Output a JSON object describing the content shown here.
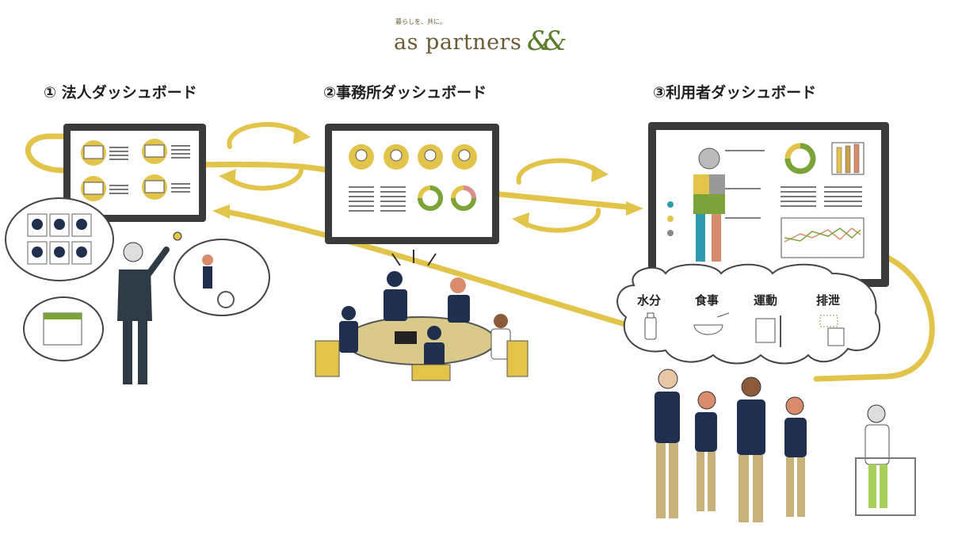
{
  "brand": {
    "tagline": "暮らしを、共に。",
    "name": "as partners",
    "mark": "&&"
  },
  "sections": [
    {
      "label": "① 法人ダッシュボード"
    },
    {
      "label": "②事務所ダッシュボード"
    },
    {
      "label": "③利用者ダッシュボード"
    }
  ],
  "care_topics": [
    "水分",
    "食事",
    "運動",
    "排泄"
  ],
  "colors": {
    "accent_yellow": "#e2c44a",
    "screen_frame": "#3b3b3b",
    "staff_navy": "#1f2f4d",
    "staff_pants": "#c9b27a",
    "donut_green": "#7aa33a"
  }
}
